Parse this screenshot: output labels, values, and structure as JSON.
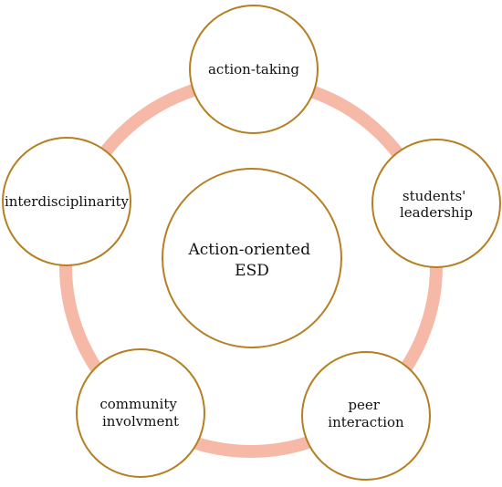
{
  "colors": {
    "background": "#ffffff",
    "ring": "#f6b9a8",
    "node_fill": "#ffffff",
    "node_border": "#b58023",
    "text": "#111111"
  },
  "center": {
    "lines": [
      "Action-oriented",
      "ESD"
    ]
  },
  "nodes": [
    {
      "id": "action-taking",
      "lines": [
        "action-taking"
      ]
    },
    {
      "id": "students-leadership",
      "lines": [
        "students'",
        "leadership"
      ]
    },
    {
      "id": "peer-interaction",
      "lines": [
        "peer",
        "interaction"
      ]
    },
    {
      "id": "community-involvment",
      "lines": [
        "community",
        "involvment"
      ]
    },
    {
      "id": "interdisciplinarity",
      "lines": [
        "interdisciplinarity"
      ]
    }
  ]
}
